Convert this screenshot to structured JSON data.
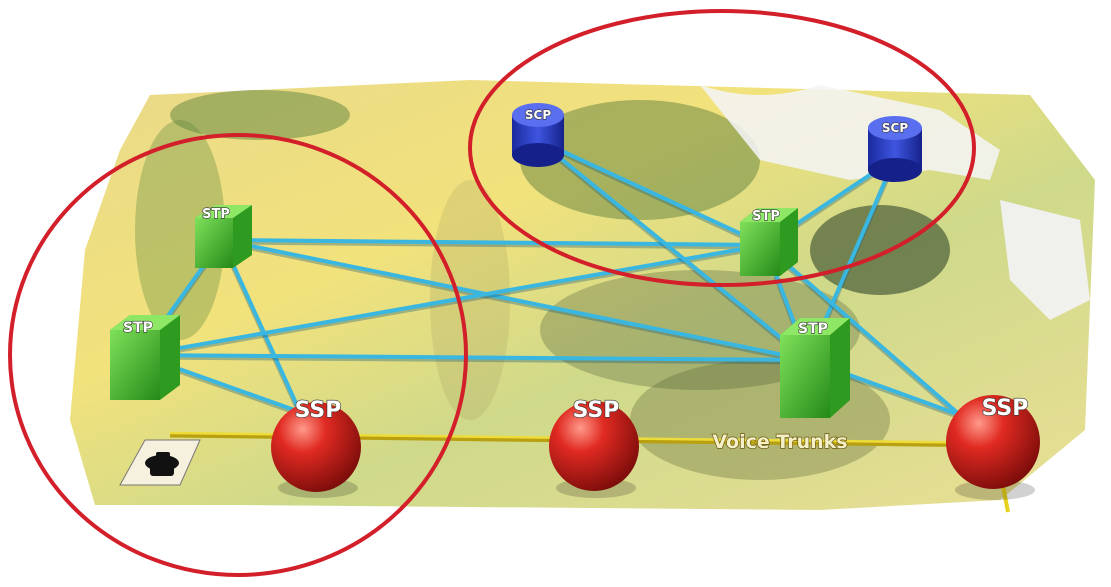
{
  "diagram": {
    "nodes": {
      "scp_left": {
        "label": "SCP",
        "kind": "SCP"
      },
      "scp_right": {
        "label": "SCP",
        "kind": "SCP"
      },
      "stp_nw": {
        "label": "STP",
        "kind": "STP"
      },
      "stp_w": {
        "label": "STP",
        "kind": "STP"
      },
      "stp_ne": {
        "label": "STP",
        "kind": "STP"
      },
      "stp_e": {
        "label": "STP",
        "kind": "STP"
      },
      "ssp_left": {
        "label": "SSP",
        "kind": "SSP"
      },
      "ssp_mid": {
        "label": "SSP",
        "kind": "SSP"
      },
      "ssp_right": {
        "label": "SSP",
        "kind": "SSP"
      }
    },
    "links": [
      [
        "stp_nw",
        "stp_w"
      ],
      [
        "stp_nw",
        "ssp_left"
      ],
      [
        "stp_w",
        "ssp_left"
      ],
      [
        "stp_nw",
        "stp_ne"
      ],
      [
        "stp_nw",
        "stp_e"
      ],
      [
        "stp_w",
        "stp_ne"
      ],
      [
        "stp_w",
        "stp_e"
      ],
      [
        "scp_left",
        "stp_ne"
      ],
      [
        "scp_left",
        "stp_e"
      ],
      [
        "scp_right",
        "stp_ne"
      ],
      [
        "scp_right",
        "stp_e"
      ],
      [
        "stp_ne",
        "stp_e"
      ],
      [
        "stp_ne",
        "ssp_right"
      ],
      [
        "stp_e",
        "ssp_right"
      ]
    ],
    "trunk_label": "Voice Trunks",
    "icons": {
      "phone": "telephone-icon"
    },
    "colors": {
      "stp": "#3fae2a",
      "scp": "#2a3fc0",
      "ssp": "#c81d1d",
      "signaling_link": "#39b7e0",
      "voice_trunk": "#e8d21a",
      "region_circle": "#d21f2a"
    }
  }
}
